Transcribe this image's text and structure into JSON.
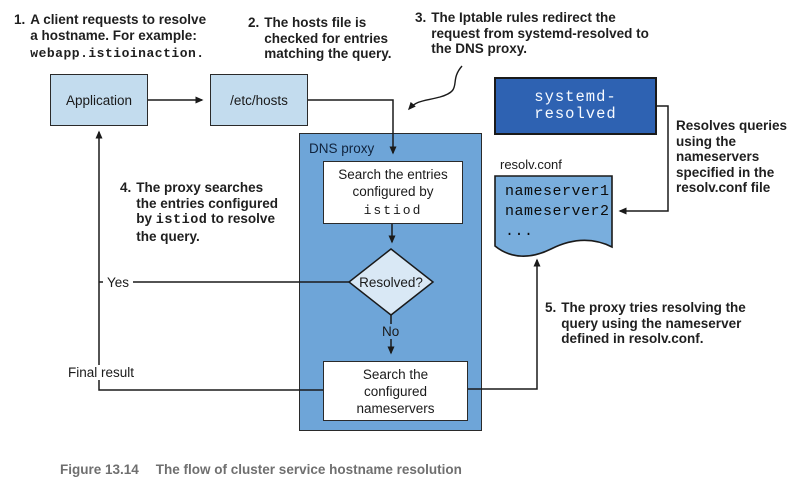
{
  "notes": {
    "n1": {
      "num": "1.",
      "line1": "A client requests to resolve",
      "line2": "a hostname. For example:",
      "code": "webapp.istioinaction."
    },
    "n2": {
      "num": "2.",
      "text": "The hosts file is checked for entries matching the query."
    },
    "n3": {
      "num": "3.",
      "text": "The Iptable rules redirect the request from systemd-resolved to the DNS proxy."
    },
    "n4": {
      "num": "4.",
      "line1": "The proxy searches",
      "line2": "the entries configured",
      "line3_pre": "by",
      "line3_code": "istiod",
      "line3_post": "to resolve",
      "line4": "the query."
    },
    "n5": {
      "num": "5.",
      "text": "The proxy tries resolving the query using the nameserver defined in resolv.conf."
    },
    "right_note": {
      "text": "Resolves queries using the nameservers specified in the resolv.conf file"
    }
  },
  "boxes": {
    "application": "Application",
    "hosts": "/etc/hosts",
    "dns_proxy": "DNS proxy",
    "search_entries": {
      "line1": "Search the entries",
      "line2": "configured by",
      "code": "istiod"
    },
    "search_nameservers": "Search the configured nameservers",
    "systemd": "systemd-resolved",
    "resolv_label": "resolv.conf",
    "nameservers": {
      "l1": "nameserver1",
      "l2": "nameserver2",
      "l3": "..."
    }
  },
  "labels": {
    "yes": "Yes",
    "no": "No",
    "final": "Final result",
    "resolved": "Resolved?"
  },
  "caption": {
    "number": "Figure 13.14",
    "title": "The flow of cluster service hostname resolution"
  },
  "colors": {
    "light_box_fill": "#c3dcee",
    "dns_proxy_fill": "#6ea5d8",
    "diamond_fill": "#d9e8f5",
    "systemd_fill": "#2e62b2",
    "doc_fill": "#79aedd",
    "line": "#1a1a1a",
    "caption_text": "#6f6f6f"
  }
}
